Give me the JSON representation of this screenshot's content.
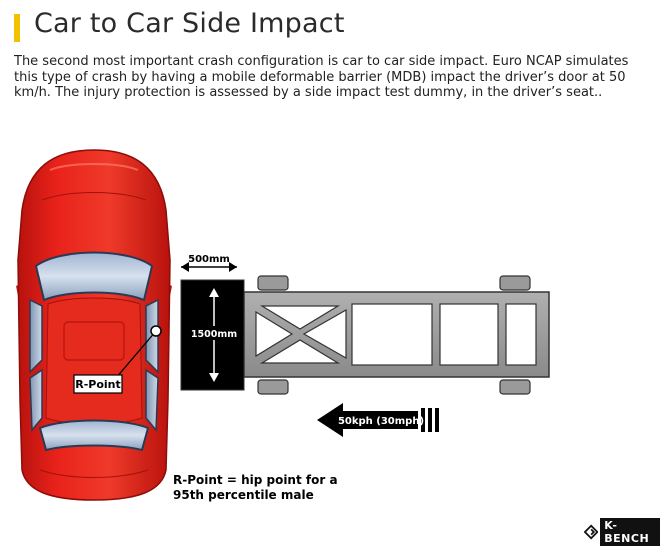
{
  "header": {
    "title": "Car to Car Side Impact",
    "accent_color": "#f2c200"
  },
  "description": "The second most important crash configuration is car to car side impact. Euro NCAP simulates this type of crash by having a mobile deformable barrier (MDB) impact the driver’s door at 50 km/h. The injury protection is assessed by a side impact test dummy, in the driver’s seat..",
  "diagram": {
    "car_color": "#e8221b",
    "r_point_label": "R-Point",
    "barrier_width_label": "500mm",
    "barrier_height_label": "1500mm",
    "speed_label": "50kph (30mph)",
    "caption": "R-Point = hip point for a 95th percentile male",
    "icons": [
      "double-arrow-icon",
      "direction-arrow-icon"
    ]
  },
  "footer": {
    "logo_text": "K-BENCH",
    "logo_icon": "kbench-logo-icon"
  }
}
